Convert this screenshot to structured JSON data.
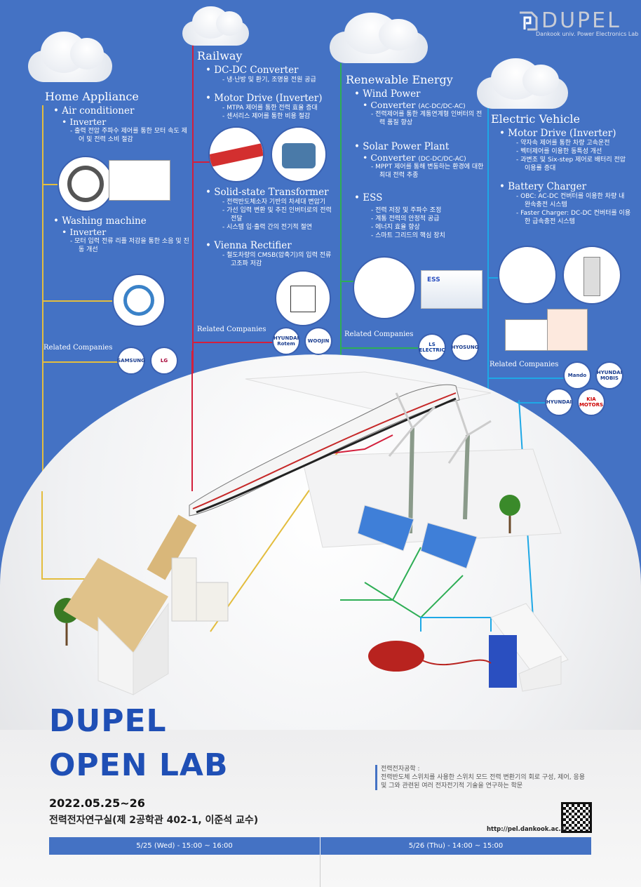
{
  "brand": {
    "name": "DUPEL",
    "subtitle": "Dankook univ. Power Electronics Lab"
  },
  "colors": {
    "background": "#4472c4",
    "home": "#e3bd3e",
    "railway": "#d31f3c",
    "renewable": "#2eae55",
    "ev": "#1ea8e6",
    "title": "#1f4fb5"
  },
  "home": {
    "title": "Home Appliance",
    "items": [
      {
        "label": "Air conditioner",
        "sub": "Inverter",
        "desc": [
          "출력 전압 주파수 제어를 통한 모터 속도 제어 및 전력 소비 절감"
        ]
      },
      {
        "label": "Washing machine",
        "sub": "Inverter",
        "desc": [
          "모터 입력 전류 리플 저감을 통한 소음 및 진동 개선"
        ]
      }
    ],
    "related_label": "Related Companies",
    "companies": [
      "SAMSUNG",
      "LG"
    ]
  },
  "railway": {
    "title": "Railway",
    "items": [
      {
        "label": "DC-DC Converter",
        "desc": [
          "냉·난방 및 환기, 조명용 전원 공급"
        ]
      },
      {
        "label": "Motor Drive (Inverter)",
        "desc": [
          "MTPA 제어를 통한 전력 효율 증대",
          "센서리스 제어를 통한 비용 절감"
        ]
      },
      {
        "label": "Solid-state Transformer",
        "desc": [
          "전력반도체소자 기반의 차세대 변압기",
          "가선 입력 변환 및 추진 인버터로의 전력전달",
          "시스템  입·출력 간의 전기적 절연"
        ]
      },
      {
        "label": "Vienna Rectifier",
        "desc": [
          "철도차량의 CMSB(압축기)의 입력 전류 고조파 저감"
        ]
      }
    ],
    "related_label": "Related Companies",
    "companies": [
      "HYUNDAI Rotem",
      "WOOJIN"
    ]
  },
  "renewable": {
    "title": "Renewable Energy",
    "items": [
      {
        "label": "Wind Power",
        "sub": "Converter",
        "sub_note": "(AC-DC/DC-AC)",
        "desc": [
          "전력제어를 통한 계통연계형 인버터의 전력 품질 향상"
        ]
      },
      {
        "label": "Solar Power Plant",
        "sub": "Converter",
        "sub_note": "(DC-DC/DC-AC)",
        "desc": [
          "MPPT 제어를 통해 변동하는 환경에 대한 최대 전력 추종"
        ]
      },
      {
        "label": "ESS",
        "desc": [
          "전력 저장 및 주파수 조정",
          "계통 전력의 안정적 공급",
          "에너지 효율 향상",
          "스마트 그리드의 핵심 장치"
        ]
      }
    ],
    "ess_box": "ESS",
    "related_label": "Related Companies",
    "companies": [
      "LS ELECTRIC",
      "HYOSUNG"
    ]
  },
  "ev": {
    "title": "Electric Vehicle",
    "items": [
      {
        "label": "Motor Drive (Inverter)",
        "desc": [
          "약자속 제어를 통한 차량 고속운전",
          "벡터제어를 이용한 동특성 개선",
          "과변조 및 Six-step 제어로 배터리 전압 이용률 증대"
        ]
      },
      {
        "label": "Battery Charger",
        "desc": [
          "OBC: AC-DC 컨버터를 이용한 차량 내 완속충전 시스템",
          "Faster Charger: DC-DC 컨버터를 이용한 급속충전 시스템"
        ]
      }
    ],
    "related_label": "Related Companies",
    "companies": [
      "Mando",
      "HYUNDAI MOBIS",
      "HYUNDAI",
      "KIA MOTORS"
    ]
  },
  "event": {
    "title_line1": "DUPEL",
    "title_line2": "OPEN LAB",
    "date": "2022.05.25~26",
    "location": "전력전자연구실(제 2공학관 402-1, 이준석 교수)",
    "definition_title": "전력전자공학 :",
    "definition": "전력반도체 스위치를 사용한 스위치 모드 전력 변환기의 회로 구성, 제어, 응용 및 그와 관련된 여러 전자전기적 기술을 연구하는 학문",
    "url": "http://pel.dankook.ac.kr",
    "sessions": [
      "5/25 (Wed) - 15:00 ~ 16:00",
      "5/26 (Thu) - 14:00 ~ 15:00"
    ]
  }
}
